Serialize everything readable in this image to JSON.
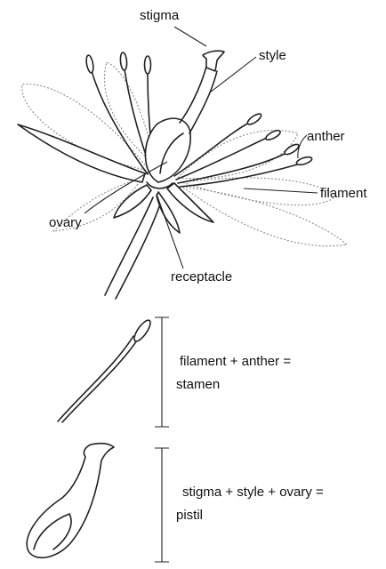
{
  "labels": {
    "stigma": "stigma",
    "style": "style",
    "anther": "anther",
    "filament": "filament",
    "ovary": "ovary",
    "receptacle": "receptacle"
  },
  "stamen_caption": {
    "line1": "filament + anther =",
    "line2": "stamen"
  },
  "pistil_caption": {
    "line1": "stigma + style + ovary =",
    "line2": "pistil"
  }
}
